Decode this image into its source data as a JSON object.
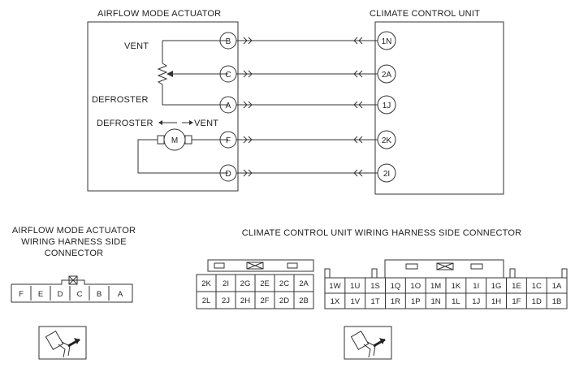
{
  "labels": {
    "actuator_title": "AIRFLOW MODE ACTUATOR",
    "ccu_title": "CLIMATE CONTROL UNIT",
    "vent": "VENT",
    "defroster": "DEFROSTER",
    "defroster_vent_left": "DEFROSTER",
    "defroster_vent_right": "VENT",
    "motor": "M",
    "actuator_conn_line1": "AIRFLOW MODE ACTUATOR",
    "actuator_conn_line2": "WIRING HARNESS SIDE",
    "actuator_conn_line3": "CONNECTOR",
    "ccu_conn_title": "CLIMATE CONTROL UNIT WIRING HARNESS SIDE CONNECTOR"
  },
  "actuator_pins": [
    "B",
    "C",
    "A",
    "F",
    "D"
  ],
  "ccu_pins": [
    "1N",
    "2A",
    "1J",
    "2K",
    "2I"
  ],
  "actuator_connector_cells": [
    "F",
    "E",
    "D",
    "C",
    "B",
    "A"
  ],
  "ccu_connector_a": {
    "row1": [
      "2K",
      "2I",
      "2G",
      "2E",
      "2C",
      "2A"
    ],
    "row2": [
      "2L",
      "2J",
      "2H",
      "2F",
      "2D",
      "2B"
    ]
  },
  "ccu_connector_b": {
    "row1": [
      "1W",
      "1U",
      "1S",
      "1Q",
      "1O",
      "1M",
      "1K",
      "1I",
      "1G",
      "1E",
      "1C",
      "1A"
    ],
    "row2": [
      "1X",
      "1V",
      "1T",
      "1R",
      "1P",
      "1N",
      "1L",
      "1J",
      "1H",
      "1F",
      "1D",
      "1B"
    ]
  },
  "icons": {
    "connector_view": "connector-view-icon",
    "potentiometer": "potentiometer-icon",
    "motor": "motor-icon"
  }
}
